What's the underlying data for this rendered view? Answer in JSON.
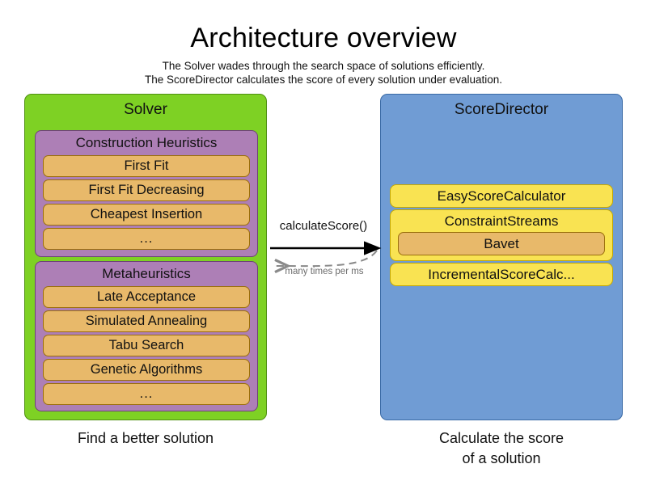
{
  "header": {
    "title": "Architecture overview",
    "subtitle_lines": [
      "The Solver wades through the search space of solutions efficiently.",
      "The ScoreDirector calculates the score of every solution under evaluation."
    ]
  },
  "solver": {
    "title": "Solver",
    "caption": "Find a better solution",
    "color": "#7ED124",
    "groups": [
      {
        "title": "Construction Heuristics",
        "color": "#AD7FB6",
        "items": [
          "First Fit",
          "First Fit Decreasing",
          "Cheapest Insertion",
          "..."
        ]
      },
      {
        "title": "Metaheuristics",
        "color": "#AD7FB6",
        "items": [
          "Late Acceptance",
          "Simulated Annealing",
          "Tabu Search",
          "Genetic Algorithms",
          "..."
        ]
      }
    ]
  },
  "score_director": {
    "title": "ScoreDirector",
    "caption_lines": [
      "Calculate the score",
      "of a solution"
    ],
    "color": "#709CD4",
    "calculators": [
      {
        "label": "EasyScoreCalculator",
        "child": null
      },
      {
        "label": "ConstraintStreams",
        "child": "Bavet"
      },
      {
        "label": "IncrementalScoreCalc...",
        "child": null
      }
    ]
  },
  "arrows": {
    "forward_label": "calculateScore()",
    "return_label": "many times per ms",
    "forward_color": "#000000",
    "return_color": "#8a8a8a"
  },
  "palette": {
    "item_fill": "#E8B96A",
    "item_border": "#9b6f0c",
    "calc_fill": "#F9E352",
    "calc_border": "#c5a800",
    "group_fill": "#AD7FB6",
    "group_border": "#6e4477",
    "background": "#FFFFFF"
  }
}
